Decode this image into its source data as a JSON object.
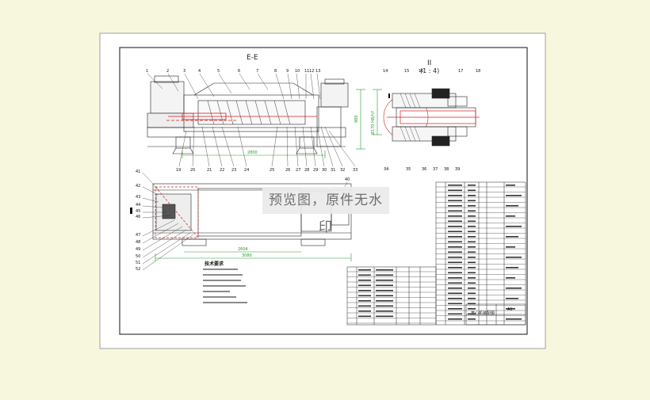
{
  "overlay": {
    "text": "预览图，原件无水印"
  },
  "views": {
    "section_label": "E-E",
    "detail_label": "II",
    "detail_scale": "(1 : 4)"
  },
  "title_block": {
    "drawing_name": "离心机装配图",
    "sheet_code": "A1"
  },
  "notes": {
    "heading": "技术要求"
  },
  "dimensions": {
    "main_length": "2800",
    "plan_length_1": "2604",
    "plan_length_2": "3080",
    "height": "980",
    "fit": "Ø170 H8/h7"
  },
  "balloons_top": [
    "1",
    "2",
    "3",
    "4",
    "5",
    "6",
    "7",
    "8",
    "9",
    "10",
    "11",
    "12",
    "13"
  ],
  "balloons_bottom": [
    "19",
    "20",
    "21",
    "22",
    "23",
    "24",
    "25",
    "26",
    "27",
    "28",
    "29",
    "30",
    "31",
    "32",
    "33"
  ],
  "balloons_detail_top": [
    "14",
    "15",
    "16",
    "17",
    "18"
  ],
  "balloons_detail_bottom": [
    "34",
    "35",
    "36",
    "37",
    "38",
    "39"
  ],
  "balloons_plan_left": [
    "41",
    "42",
    "43",
    "44",
    "45",
    "46",
    "47",
    "48",
    "49",
    "50",
    "51",
    "52"
  ],
  "balloon_plan_top": "40",
  "colors": {
    "background": "#f7f7dd",
    "paper": "#ffffff",
    "line": "#222222",
    "red": "#d42020",
    "green": "#2a9a2a",
    "yellow": "#e0b000",
    "blue": "#2040c0"
  }
}
